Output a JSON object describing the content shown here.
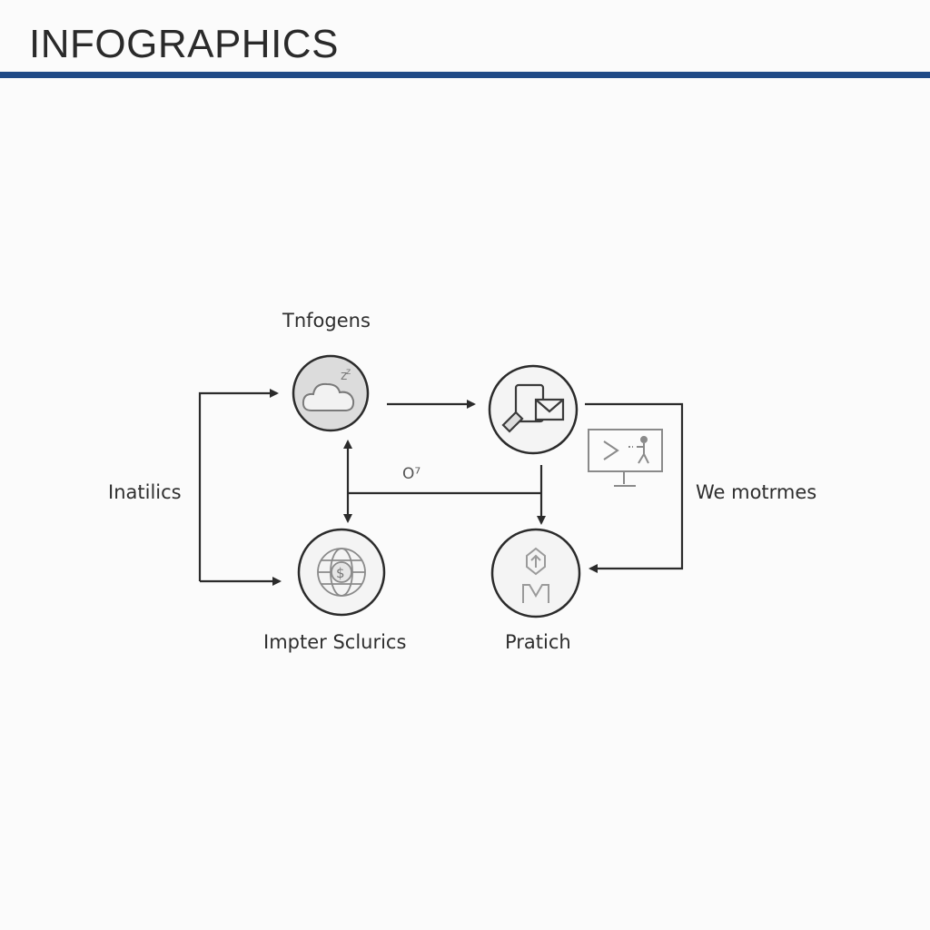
{
  "header": {
    "title": "INFOGRAPHICS"
  },
  "colors": {
    "accent": "#1f4a86",
    "line": "#2b2b2b",
    "node_fill": "#f4f4f4",
    "icon": "#8a8a8a"
  },
  "nodes": [
    {
      "id": "top-left",
      "icon": "cloud-icon",
      "label": "Tnfogens"
    },
    {
      "id": "top-right",
      "icon": "document-mail-icon",
      "label": ""
    },
    {
      "id": "bottom-left",
      "icon": "globe-dollar-icon",
      "label": "Impter Sclurics"
    },
    {
      "id": "bottom-right",
      "icon": "person-upload-icon",
      "label": "Pratich"
    }
  ],
  "side_labels": {
    "left": "Inatilics",
    "right": "We motrmes",
    "center": "O⁷"
  },
  "monitor": {
    "icon": "monitor-presentation-icon"
  }
}
